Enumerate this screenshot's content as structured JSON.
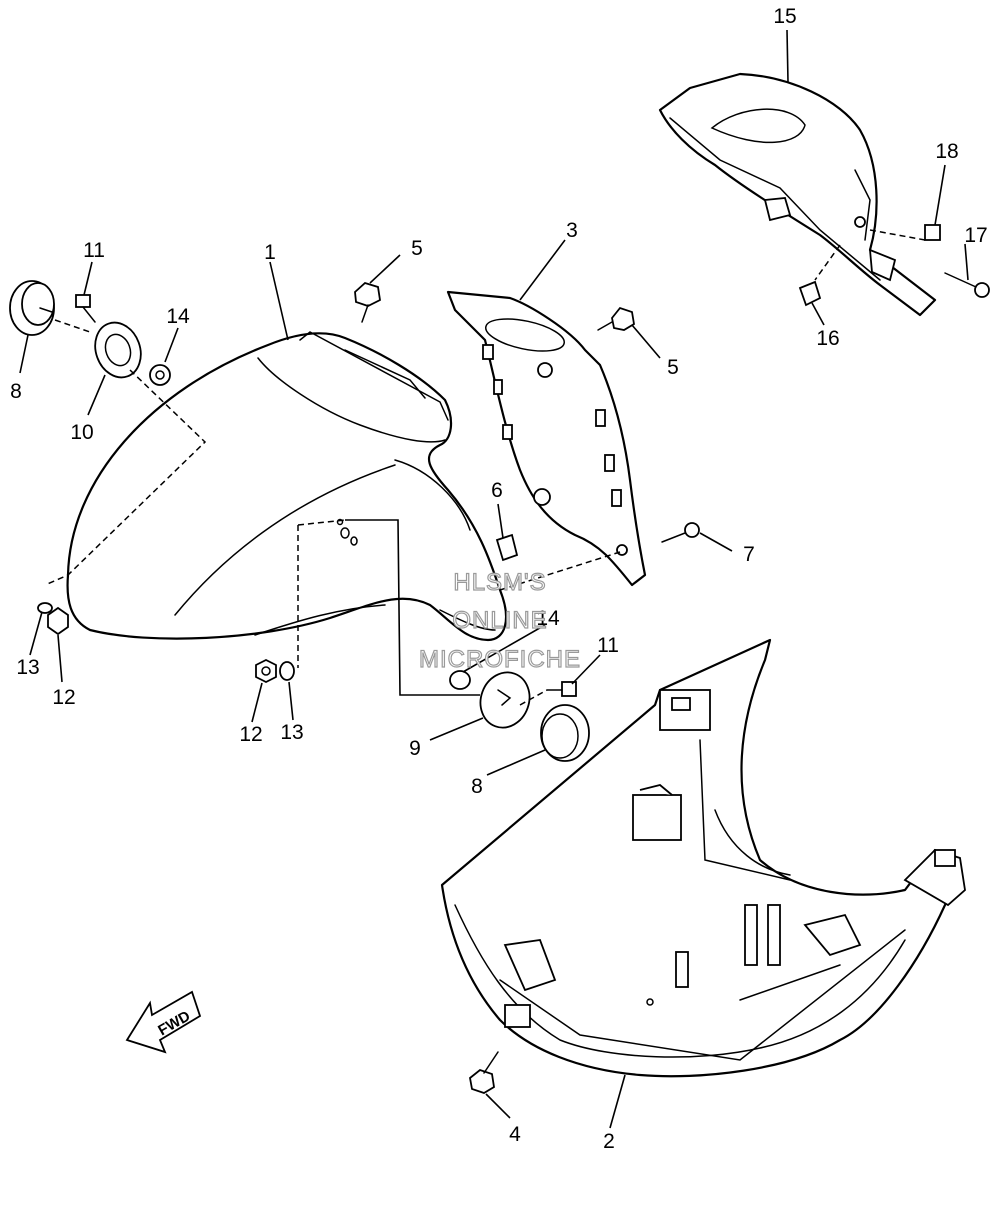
{
  "diagram": {
    "labels": {
      "p1": "1",
      "p2": "2",
      "p3": "3",
      "p4": "4",
      "p5a": "5",
      "p5b": "5",
      "p6": "6",
      "p7": "7",
      "p8a": "8",
      "p8b": "8",
      "p9": "9",
      "p10": "10",
      "p11a": "11",
      "p11b": "11",
      "p12a": "12",
      "p12b": "12",
      "p13a": "13",
      "p13b": "13",
      "p14a": "14",
      "p14b": "14",
      "p15": "15",
      "p16": "16",
      "p17": "17",
      "p18": "18"
    },
    "direction_marker": "FWD",
    "watermark": {
      "line1": "HLSM'S",
      "line2": "ONLINE",
      "line3": "MICROFICHE"
    }
  }
}
